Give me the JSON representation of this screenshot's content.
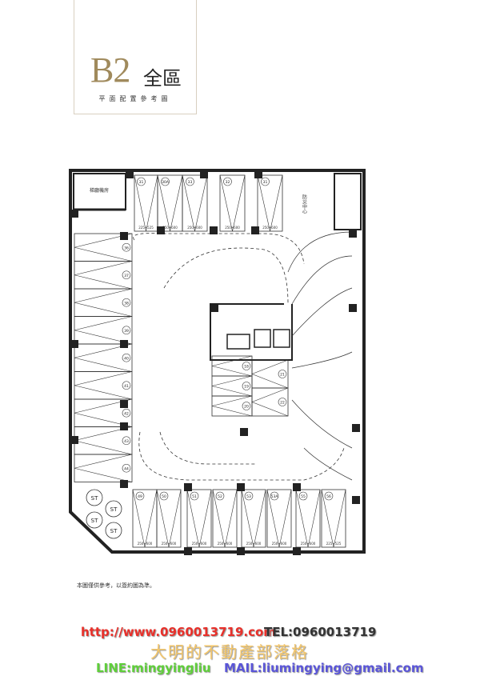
{
  "header": {
    "level": "B2",
    "zone": "全區",
    "subtitle": "平面配置參考圖"
  },
  "plan": {
    "room_top_left": "梯廳機房",
    "room_top_right": "防災中心",
    "top_spaces": [
      "31",
      "30A",
      "33",
      "32",
      "31"
    ],
    "top_sizes": [
      "225×525",
      "250×600",
      "250×600",
      "250×600",
      "250×600"
    ],
    "left_spaces": [
      "36",
      "37",
      "38",
      "39",
      "40",
      "41",
      "42",
      "43",
      "44"
    ],
    "bottom_spaces": [
      "49",
      "50",
      "51",
      "52",
      "53",
      "53A",
      "55",
      "56"
    ],
    "bottom_sizes": [
      "250×600",
      "250×600",
      "250×600",
      "250×600",
      "250×600",
      "250×600",
      "250×600",
      "225×525"
    ],
    "core_spaces": [
      "18",
      "19",
      "20",
      "21",
      "22"
    ],
    "motor_labels": [
      "ST",
      "ST",
      "ST",
      "ST"
    ]
  },
  "note": "本圖僅供參考，以簽約圖為準。",
  "watermark": {
    "url": "http://www.0960013719.com",
    "tel": "TEL:0960013719",
    "blog": "大明的不動產部落格",
    "line": "LINE:mingyingliu",
    "mail": "MAIL:liumingying@gmail.com"
  }
}
